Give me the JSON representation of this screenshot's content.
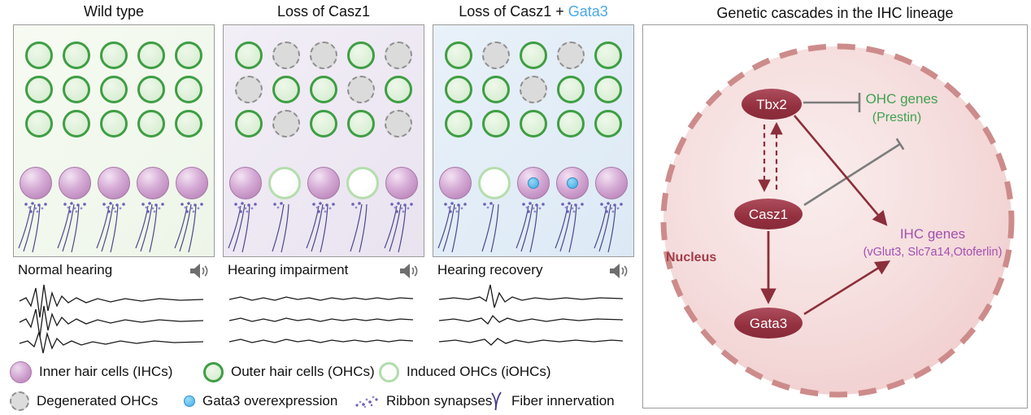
{
  "figure": {
    "right_title": "Genetic cascades in the IHC lineage"
  },
  "colors": {
    "ohc_green": "#3f9e44",
    "ihc_purple": "#c493c4",
    "iohc_rim": "#b2dcab",
    "degenerated_gray": "#8f8f8f",
    "gata3_blue": "#45aee8",
    "gata3_title_blue": "#49a8e8",
    "nucleus_border": "#cd8b8b",
    "node_maroon": "#993347",
    "arrow_dark_red": "#8c2f3a",
    "inhibit_gray": "#7d7d7d",
    "ohc_genes_text": "#3fa14f",
    "ihc_genes_text": "#a44fb0"
  },
  "panels": [
    {
      "title": "Wild type",
      "title_accent": "",
      "hearing": "Normal hearing",
      "bg": "linear-gradient(135deg,#f7fbf3,#edf5e8)",
      "ohc_rows": [
        [
          "ohc",
          "ohc",
          "ohc",
          "ohc",
          "ohc"
        ],
        [
          "ohc",
          "ohc",
          "ohc",
          "ohc",
          "ohc"
        ],
        [
          "ohc",
          "ohc",
          "ohc",
          "ohc",
          "ohc"
        ]
      ],
      "bottom_row": [
        "ihc",
        "ihc",
        "ihc",
        "ihc",
        "ihc"
      ],
      "waves": [
        "M2,24 L10,20 L16,30 L22,8 L27,44 L32,4 L37,36 L42,14 L48,30 L54,18 L62,26 L72,20 L84,26 L98,21 L114,25 L132,21 L152,24 L174,21 L200,23 L228,22",
        "M2,50 L10,46 L16,56 L22,34 L27,68 L32,30 L37,60 L42,40 L48,54 L54,44 L62,52 L72,46 L84,52 L98,47 L114,51 L132,47 L152,50 L174,47 L200,49 L228,48",
        "M2,76 L12,73 L20,80 L26,62 L31,88 L36,64 L42,82 L48,70 L56,78 L66,73 L78,78 L92,74 L108,77 L126,73 L146,76 L168,73 L192,75 L228,74"
      ]
    },
    {
      "title": "Loss of Casz1",
      "title_accent": "",
      "hearing": "Hearing impairment",
      "bg": "linear-gradient(135deg,#f2eef6,#e9e3f0)",
      "ohc_rows": [
        [
          "ohc",
          "deg",
          "deg",
          "ohc",
          "deg"
        ],
        [
          "deg",
          "ohc",
          "ohc",
          "deg",
          "ohc"
        ],
        [
          "ohc",
          "deg",
          "ohc",
          "ohc",
          "deg"
        ]
      ],
      "bottom_row": [
        "ihc",
        "iohc",
        "ihc",
        "iohc",
        "ihc"
      ],
      "waves": [
        "M2,22 L16,19 L30,23 L44,20 L58,23 L72,19 L86,22 L100,20 L114,23 L128,20 L142,22 L156,20 L170,22 L184,20 L198,22 L212,20 L228,21",
        "M2,48 L16,45 L30,49 L44,46 L58,49 L72,45 L86,48 L100,46 L114,49 L128,46 L142,48 L156,46 L170,48 L184,46 L198,48 L212,46 L228,47",
        "M2,74 L16,71 L30,75 L44,72 L58,75 L72,71 L86,74 L100,72 L114,75 L128,72 L142,74 L156,72 L170,74 L184,72 L198,74 L212,72 L228,73"
      ]
    },
    {
      "title": "Loss of Casz1 + ",
      "title_accent": "Gata3",
      "hearing": "Hearing recovery",
      "bg": "linear-gradient(135deg,#e9f1f9,#dce9f5)",
      "ohc_rows": [
        [
          "ohc",
          "deg",
          "ohc",
          "deg",
          "ohc"
        ],
        [
          "ohc",
          "ohc",
          "deg",
          "ohc",
          "ohc"
        ],
        [
          "ohc",
          "ohc",
          "ohc",
          "ohc",
          "ohc"
        ]
      ],
      "bottom_row": [
        "ihc",
        "iohc",
        "gata3",
        "gata3",
        "ihc"
      ],
      "waves": [
        "M2,22 L20,20 L38,22 L52,19 L60,24 L65,4 L70,32 L76,14 L83,25 L92,19 L104,23 L120,20 L138,22 L158,20 L178,22 L200,20 L228,21",
        "M2,48 L20,46 L38,49 L54,45 L62,52 L68,42 L76,50 L86,45 L100,49 L116,46 L134,49 L154,46 L174,48 L196,46 L228,47",
        "M2,74 L22,72 L40,75 L58,71 L66,78 L74,70 L84,76 L96,72 L112,75 L130,72 L150,74 L170,72 L192,74 L214,72 L228,73"
      ]
    }
  ],
  "legend": {
    "row1": [
      {
        "icon": "ihc",
        "label": "Inner hair cells (IHCs)"
      },
      {
        "icon": "ohc",
        "label": "Outer hair cells (OHCs)"
      },
      {
        "icon": "iohc",
        "label": "Induced OHCs (iOHCs)"
      }
    ],
    "row2": [
      {
        "icon": "deg",
        "label": "Degenerated OHCs"
      },
      {
        "icon": "gata3",
        "label": "Gata3 overexpression"
      },
      {
        "icon": "synapse",
        "label": "Ribbon synapses"
      },
      {
        "icon": "fiber",
        "label": "Fiber innervation"
      }
    ]
  },
  "cascade": {
    "nodes": {
      "tbx2": "Tbx2",
      "casz1": "Casz1",
      "gata3": "Gata3"
    },
    "labels": {
      "nucleus": "Nucleus",
      "ohc_genes": "OHC genes",
      "ohc_genes_sub": "(Prestin)",
      "ihc_genes": "IHC genes",
      "ihc_genes_sub": "(vGlut3, Slc7a14,Otoferlin)"
    }
  }
}
